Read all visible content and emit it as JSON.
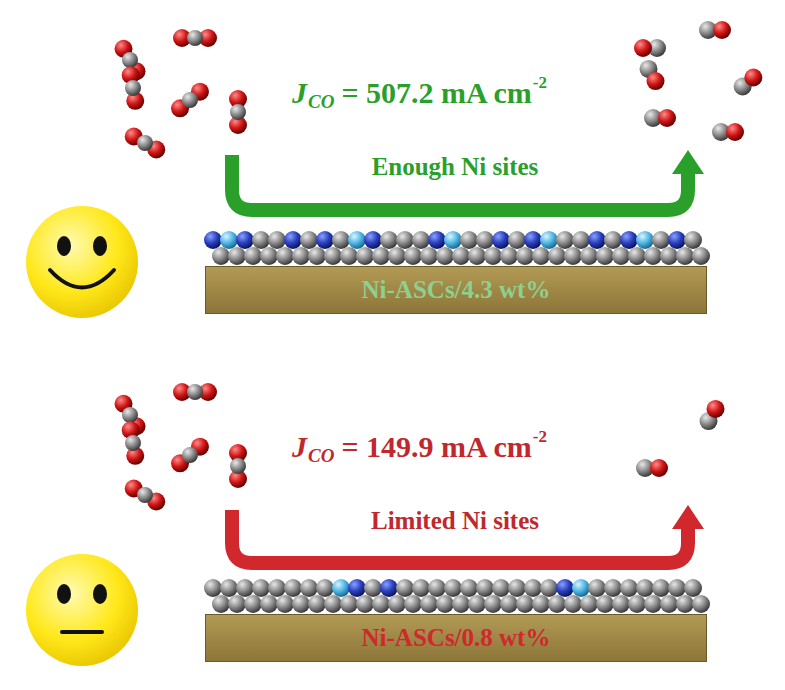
{
  "diagram": {
    "nodes": [
      {
        "text": [
          "Ni-ASCs/4.3 wt%"
        ]
      },
      {
        "text": [
          "Ni-ASCs/0.8 wt%"
        ]
      }
    ],
    "labels": [
      "J",
      "CO",
      "= 507.2 mA cm",
      "-2",
      "Enough Ni sites",
      "J",
      "CO",
      "= 149.9 mA cm",
      "-2",
      "Limited Ni sites"
    ]
  }
}
